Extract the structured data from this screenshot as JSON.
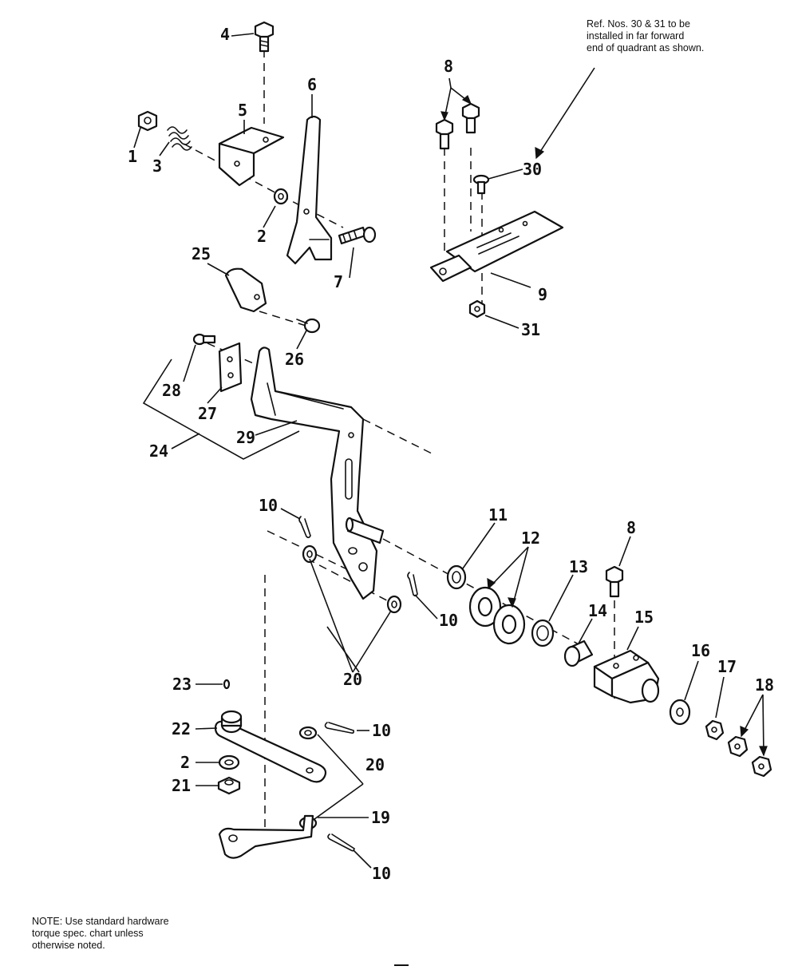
{
  "notes": {
    "reference": "Ref. Nos. 30 & 31 to be\ninstalled in far forward\nend of quadrant as shown.",
    "hardware": "NOTE: Use standard hardware\ntorque spec. chart unless\notherwise noted."
  },
  "callouts": {
    "c1": "1",
    "c2a": "2",
    "c2b": "2",
    "c3": "3",
    "c4": "4",
    "c5": "5",
    "c6": "6",
    "c7": "7",
    "c8a": "8",
    "c8b": "8",
    "c9": "9",
    "c10a": "10",
    "c10b": "10",
    "c10c": "10",
    "c10d": "10",
    "c11": "11",
    "c12": "12",
    "c13": "13",
    "c14": "14",
    "c15": "15",
    "c16": "16",
    "c17": "17",
    "c18": "18",
    "c19": "19",
    "c20a": "20",
    "c20b": "20",
    "c21": "21",
    "c22": "22",
    "c23": "23",
    "c24": "24",
    "c25": "25",
    "c26": "26",
    "c27": "27",
    "c28": "28",
    "c29": "29",
    "c30": "30",
    "c31": "31"
  }
}
